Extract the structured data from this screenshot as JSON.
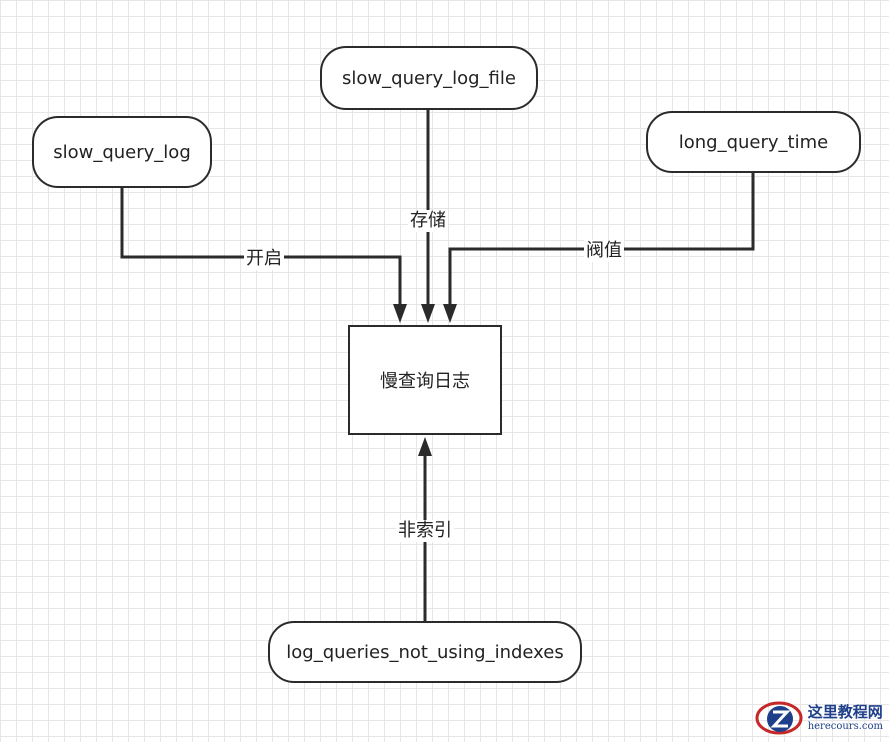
{
  "nodes": {
    "slow_query_log": "slow_query_log",
    "slow_query_log_file": "slow_query_log_file",
    "long_query_time": "long_query_time",
    "center": "慢查询日志",
    "log_queries_not_using_indexes": "log_queries_not_using_indexes"
  },
  "edges": {
    "enable": "开启",
    "storage": "存储",
    "threshold": "阀值",
    "no_index": "非索引"
  },
  "colors": {
    "stroke": "#2b2b2b",
    "grid": "#e6e6e6",
    "watermark": "#1f3f8a",
    "watermark_logo": "#c62828"
  },
  "watermark": {
    "title": "这里教程网",
    "url": "herecours.com"
  }
}
